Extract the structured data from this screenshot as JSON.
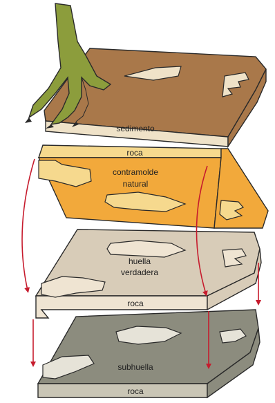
{
  "colors": {
    "sediment_top": "#a9784a",
    "sediment_side": "#efe2c8",
    "cast_top": "#f6d98e",
    "cast_front": "#f2a93b",
    "true_track_top": "#d8ccb8",
    "true_track_front": "#efe4d2",
    "undertrack_top": "#8c8c7e",
    "undertrack_front": "#c9c5b5",
    "foot": "#8c9d3c",
    "arrow": "#c61b2d",
    "outline": "#2a2a2a"
  },
  "layers": {
    "sediment": {
      "label": "sedimento"
    },
    "natural_cast": {
      "label_top": "roca",
      "label_line1": "contramolde",
      "label_line2": "natural"
    },
    "true_track": {
      "label_line1": "huella",
      "label_line2": "verdadera",
      "label_bottom": "roca"
    },
    "undertrack": {
      "label": "subhuella",
      "label_bottom": "roca"
    }
  },
  "icons": {
    "foot": "dinosaur-foot-icon",
    "arrows": "down-arrow-icon"
  }
}
